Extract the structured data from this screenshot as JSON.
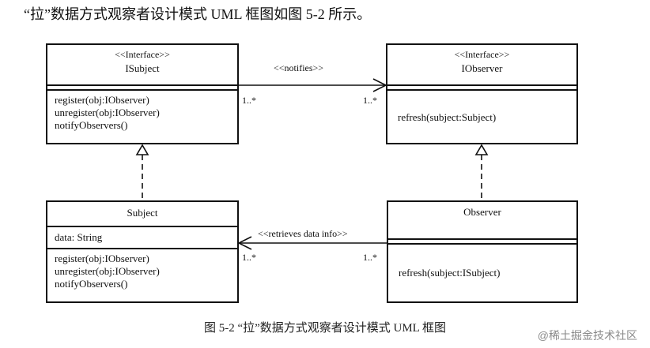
{
  "intro": "“拉”数据方式观察者设计模式 UML 框图如图 5-2 所示。",
  "caption": "图 5-2 “拉”数据方式观察者设计模式 UML 框图",
  "watermark": "@稀土掘金技术社区",
  "classes": {
    "isubject": {
      "stereotype": "<<Interface>>",
      "name": "ISubject",
      "methods": [
        "register(obj:IObserver)",
        "unregister(obj:IObserver)",
        "notifyObservers()"
      ]
    },
    "iobserver": {
      "stereotype": "<<Interface>>",
      "name": "IObserver",
      "methods": [
        "refresh(subject:Subject)"
      ]
    },
    "subject": {
      "name": "Subject",
      "attributes": [
        "data: String"
      ],
      "methods": [
        "register(obj:IObserver)",
        "unregister(obj:IObserver)",
        "notifyObservers()"
      ]
    },
    "observer": {
      "name": "Observer",
      "methods": [
        "refresh(subject:ISubject)"
      ]
    }
  },
  "associations": {
    "notifies": {
      "label": "<<notifies>>",
      "source_mult": "1..*",
      "target_mult": "1..*"
    },
    "retrieves": {
      "label": "<<retrieves data info>>",
      "source_mult": "1..*",
      "target_mult": "1..*"
    }
  }
}
